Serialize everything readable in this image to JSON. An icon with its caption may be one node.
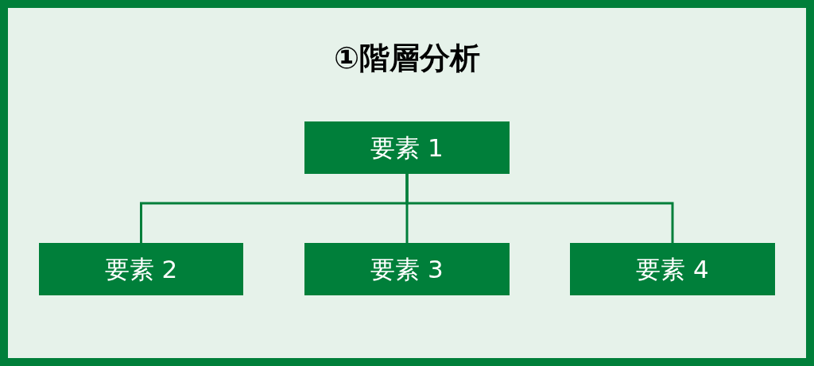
{
  "diagram": {
    "title": "①階層分析",
    "nodes": [
      {
        "text": [
          "要素 1"
        ]
      },
      {
        "text": [
          "要素 2"
        ]
      },
      {
        "text": [
          "要素 3"
        ]
      },
      {
        "text": [
          "要素 4"
        ]
      }
    ],
    "edges": [
      {
        "from": 0,
        "to": 1,
        "arrow": "none"
      },
      {
        "from": 0,
        "to": 2,
        "arrow": "none"
      },
      {
        "from": 0,
        "to": 3,
        "arrow": "none"
      }
    ]
  }
}
